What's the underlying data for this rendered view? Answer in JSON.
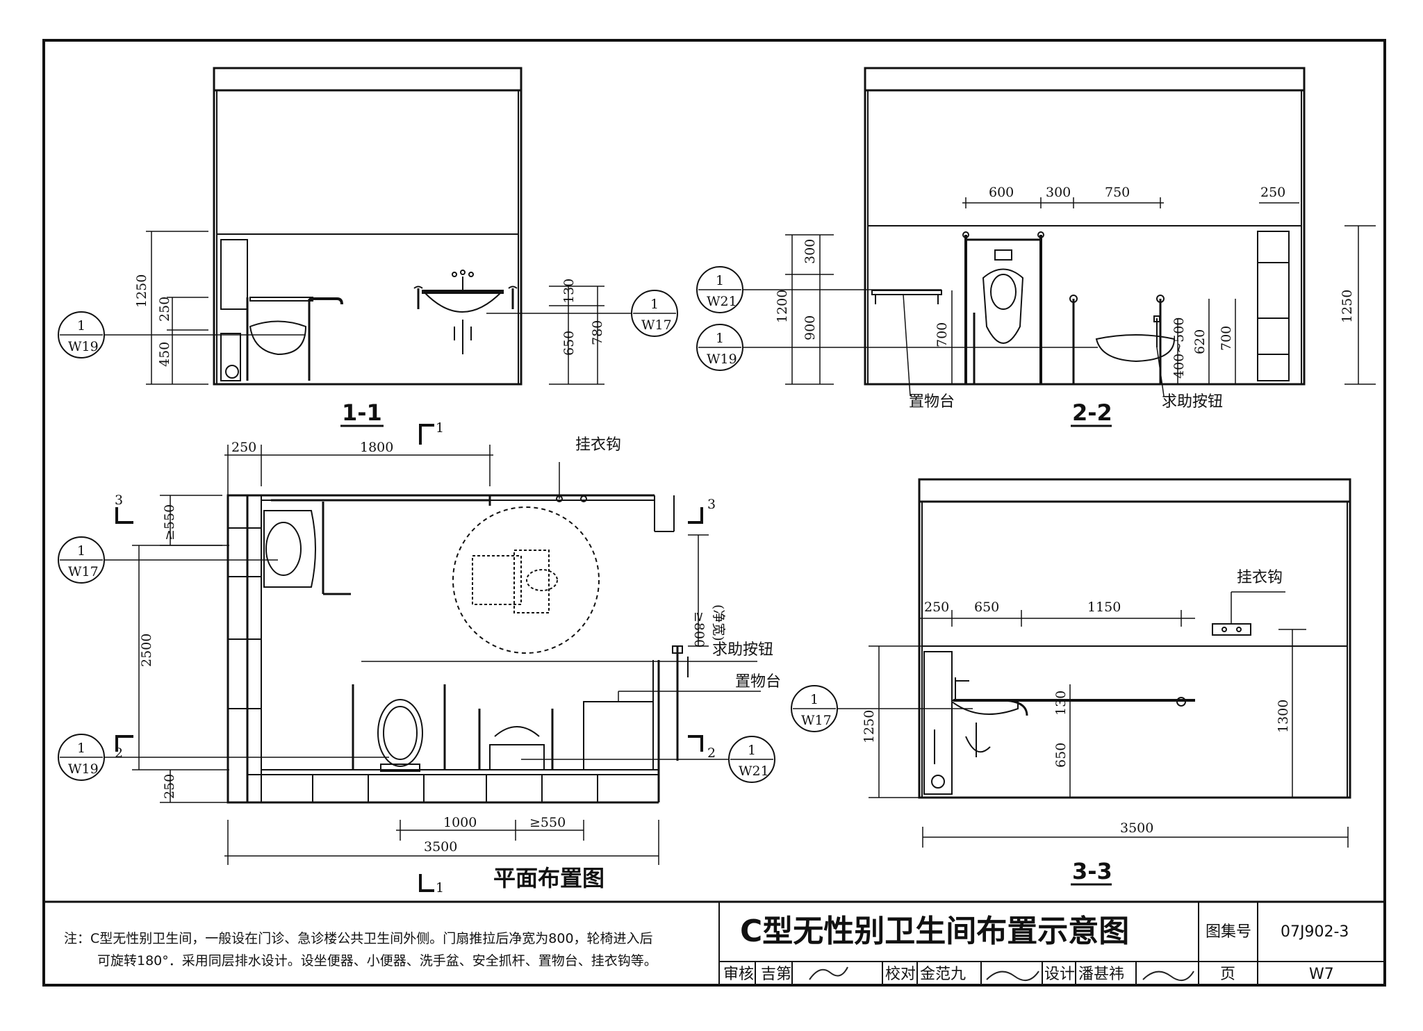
{
  "views": {
    "section_1": {
      "label": "1-1",
      "dims": [
        "1250",
        "250",
        "450",
        "130",
        "650",
        "780"
      ]
    },
    "section_2": {
      "label": "2-2",
      "dims": [
        "600",
        "300",
        "750",
        "250",
        "300",
        "1200",
        "900",
        "700",
        "400~500",
        "620",
        "700",
        "1250"
      ],
      "labels": [
        "置物台",
        "求助按钮"
      ]
    },
    "section_3": {
      "label": "3-3",
      "dims": [
        "250",
        "650",
        "1150",
        "1250",
        "130",
        "650",
        "1300",
        "3500"
      ],
      "labels": [
        "挂衣钩"
      ]
    },
    "plan": {
      "label": "平面布置图",
      "cut_marks": [
        "1",
        "2",
        "3"
      ],
      "dims": [
        "250",
        "1800",
        "≥550",
        "2500",
        "250",
        "≥800",
        "(净宽)",
        "1000",
        "≥550",
        "3500"
      ],
      "labels": [
        "挂衣钩",
        "求助按钮",
        "置物台"
      ]
    }
  },
  "refs": [
    {
      "num": "1",
      "sheet": "W19"
    },
    {
      "num": "1",
      "sheet": "W17"
    },
    {
      "num": "1",
      "sheet": "W21"
    }
  ],
  "note": {
    "line1": "注：C型无性别卫生间，一般设在门诊、急诊楼公共卫生间外侧。门扇推拉后净宽为800，轮椅进入后",
    "line2": "可旋转180°．采用同层排水设计。设坐便器、小便器、洗手盆、安全抓杆、置物台、挂衣钩等。"
  },
  "title_block": {
    "title": "C型无性别卫生间布置示意图",
    "atlas_label": "图集号",
    "atlas_no": "07J902-3",
    "review_label": "审核",
    "review_name": "吉第",
    "check_label": "校对",
    "check_name": "金范九",
    "design_label": "设计",
    "design_name": "潘甚祎",
    "page_label": "页",
    "page_no": "W7"
  }
}
